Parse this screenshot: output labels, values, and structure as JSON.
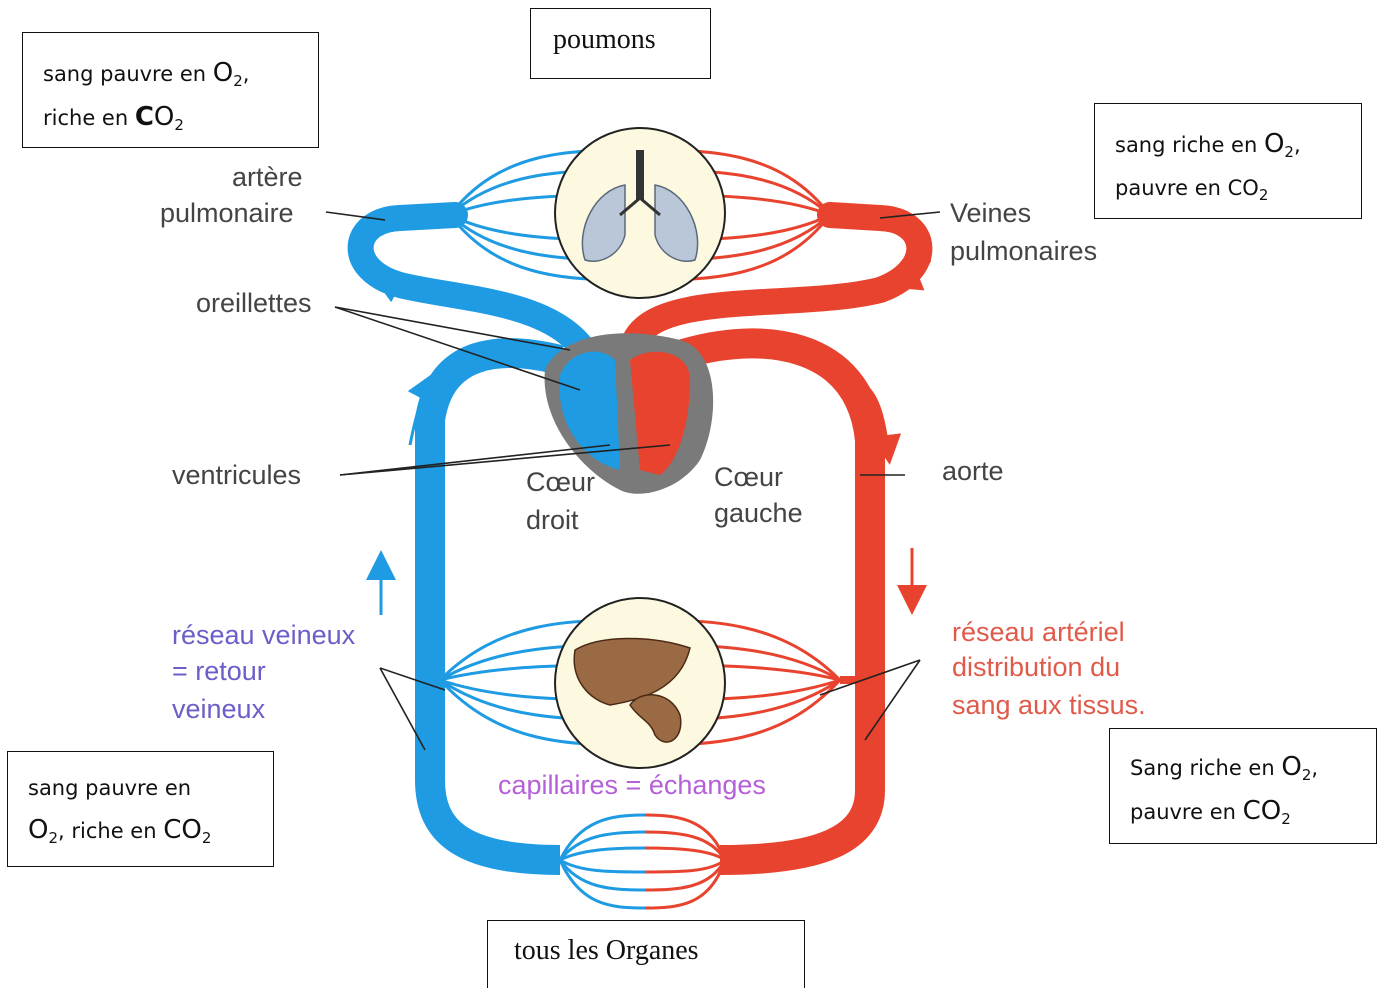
{
  "boxes": {
    "top_left": {
      "l1a": "sang pauvre en ",
      "l1b": "O",
      "l1c": "2",
      "l1d": ",",
      "l2a": "riche en ",
      "l2b": "C",
      "l2c": "O",
      "l2d": "2"
    },
    "poumons": "poumons",
    "top_right": {
      "l1a": "sang riche en ",
      "l1b": "O",
      "l1c": "2",
      "l1d": ",",
      "l2a": "pauvre en ",
      "l2b": "CO",
      "l2c": "2"
    },
    "bottom_left": {
      "l1": "sang pauvre en",
      "l2a": "O",
      "l2b": "2",
      "l2c": ", riche en ",
      "l2d": "CO",
      "l2e": "2"
    },
    "bottom_right": {
      "l1a": "Sang riche en ",
      "l1b": "O",
      "l1c": "2",
      "l1d": ",",
      "l2a": "pauvre en ",
      "l2b": "CO",
      "l2c": "2"
    },
    "organes": "tous les Organes"
  },
  "labels": {
    "artere_1": "artère",
    "artere_2": "pulmonaire",
    "veines_1": "Veines",
    "veines_2": "pulmonaires",
    "oreillettes": "oreillettes",
    "ventricules": "ventricules",
    "coeur_droit_1": "Cœur",
    "coeur_droit_2": "droit",
    "coeur_gauche_1": "Cœur",
    "coeur_gauche_2": "gauche",
    "aorte": "aorte",
    "reseau_veineux_1": "réseau veineux",
    "reseau_veineux_2": "= retour",
    "reseau_veineux_3": "veineux",
    "reseau_arteriel_1": "réseau artériel",
    "reseau_arteriel_2": "distribution du",
    "reseau_arteriel_3": "sang aux tissus.",
    "capillaires": "capillaires = échanges"
  },
  "colors": {
    "blue": "#1e9be3",
    "red": "#e8432e",
    "heart": "#7a7a7a",
    "organ_circle": "#fdf8e0"
  }
}
